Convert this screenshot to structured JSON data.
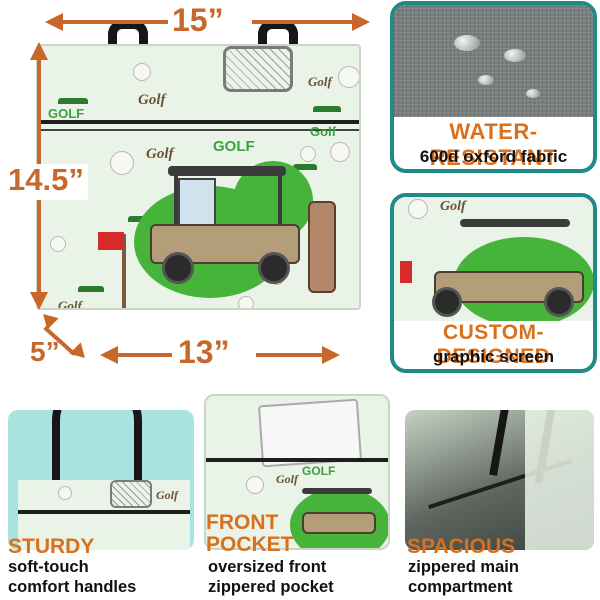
{
  "dimensions": {
    "width_label": "15”",
    "height_label": "14.5”",
    "depth_label": "5”",
    "base_label": "13”",
    "color": "#c8672a"
  },
  "bag": {
    "pattern_words": [
      "Golf",
      "Golf",
      "GOLF",
      "Golf",
      "GOLF",
      "Golf",
      "Golf"
    ]
  },
  "features": {
    "water": {
      "title": "WATER-RESISTANT",
      "subtitle": "600d oxford fabric"
    },
    "custom": {
      "title": "CUSTOM-DESIGNED",
      "subtitle": "graphic screen",
      "word": "Golf"
    },
    "sturdy": {
      "title": "STURDY",
      "line1": "soft-touch",
      "line2": "comfort handles",
      "word": "Golf"
    },
    "front": {
      "title_line1": "FRONT",
      "title_line2": "POCKET",
      "line1": "oversized front",
      "line2": "zippered pocket",
      "word": "Golf"
    },
    "spacious": {
      "title": "SPACIOUS",
      "line1": "zippered main",
      "line2": "compartment"
    }
  },
  "colors": {
    "accent_orange": "#d9701e",
    "panel_border": "#1f8a86",
    "panel_fill": "#a9e2df",
    "golf_green": "#46b33a"
  }
}
